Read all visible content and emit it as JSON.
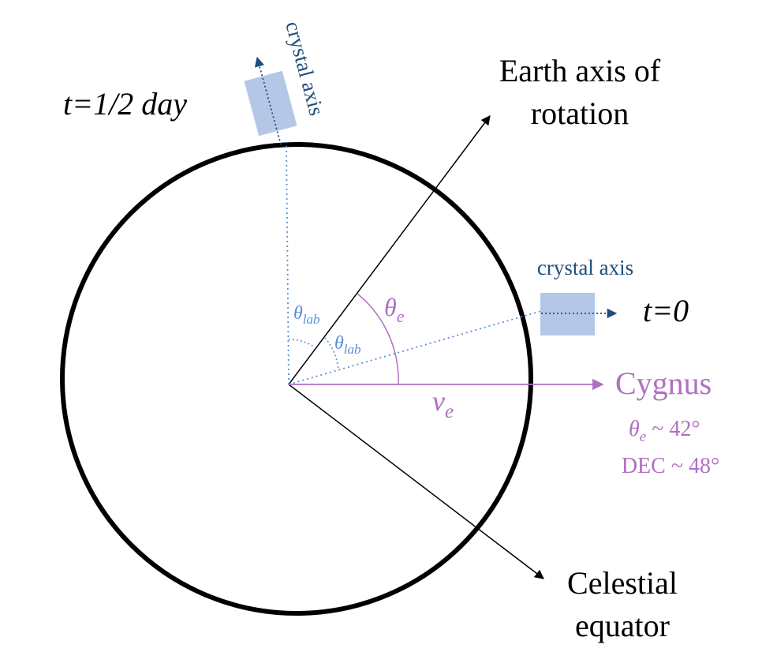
{
  "labels": {
    "earth_axis_line1": "Earth axis of",
    "earth_axis_line2": "rotation",
    "t_half_day": "t=1/2 day",
    "t_zero": "t=0",
    "crystal_axis_top": "crystal axis",
    "crystal_axis_right": "crystal axis",
    "cygnus": "Cygnus",
    "theta_e_symbol": "θ",
    "theta_e_sub": "e",
    "theta_lab_symbol": "θ",
    "theta_lab_sub": "lab",
    "v_e_symbol": "v",
    "v_e_sub": "e",
    "theta_e_value_symbol": "θ",
    "theta_e_value_sub": "e",
    "theta_e_value_text": " ~ 42°",
    "dec_value": "DEC ~ 48°",
    "celestial_line1": "Celestial",
    "celestial_line2": "equator"
  },
  "colors": {
    "black": "#000000",
    "purple": "#b070c0",
    "light_blue": "#5b8fd6",
    "dark_blue": "#1f4e79",
    "crystal_fill": "#b4c7e7"
  }
}
